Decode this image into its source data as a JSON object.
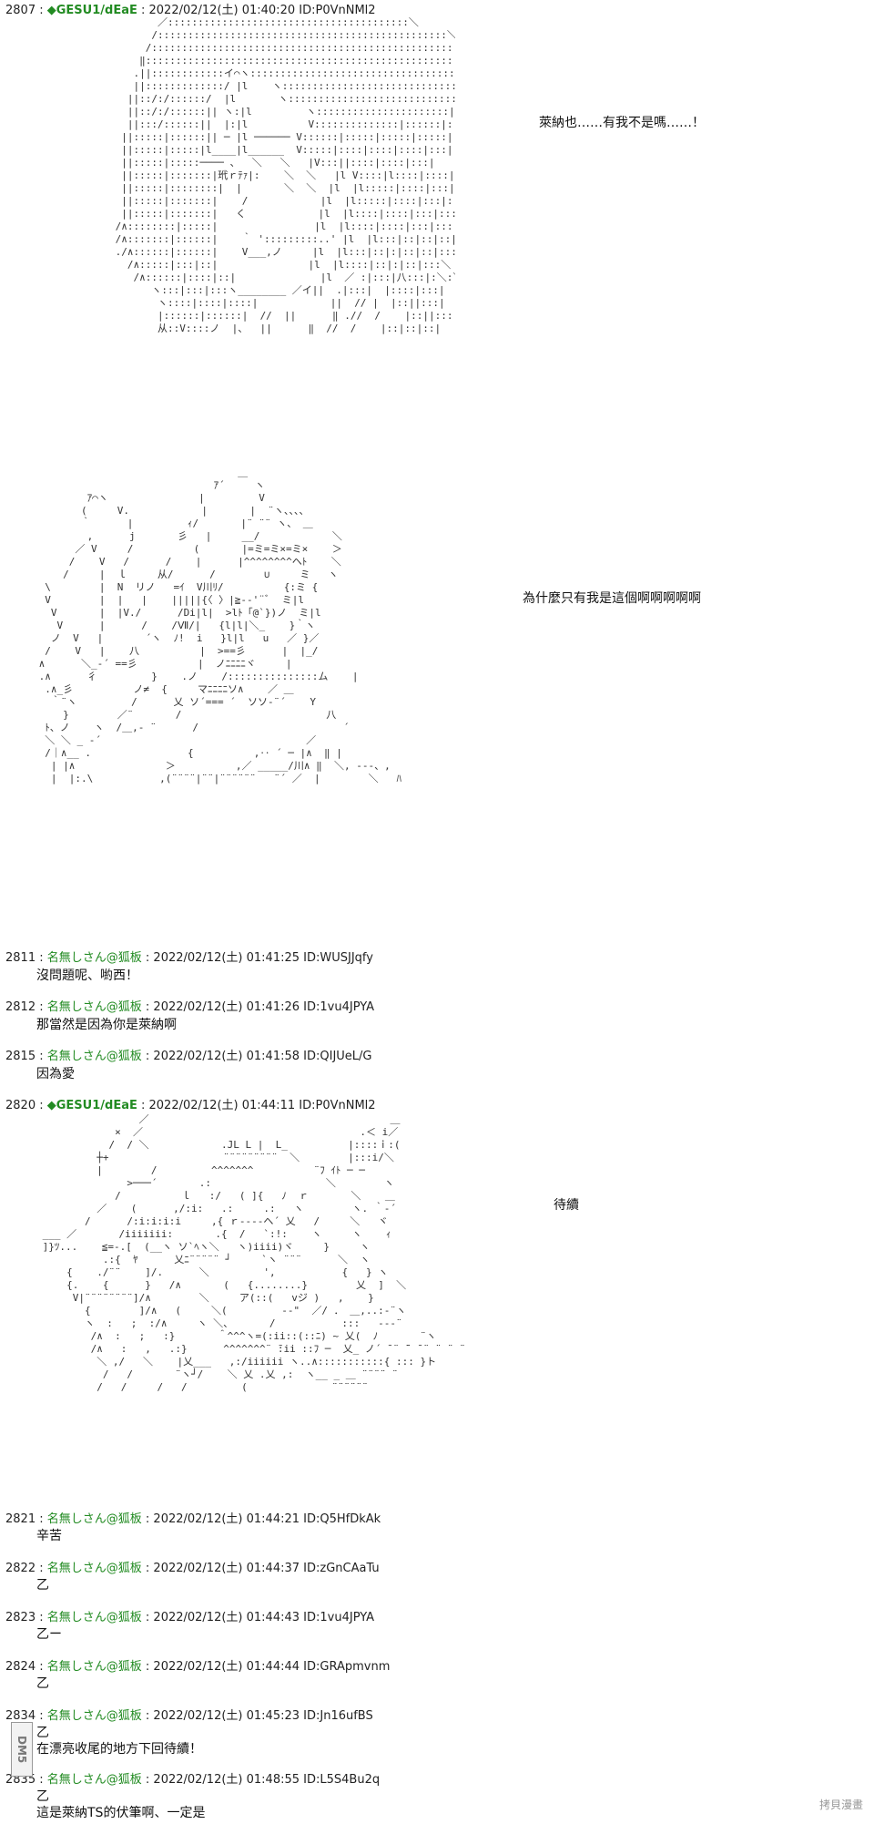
{
  "posts": [
    {
      "num": "2807",
      "name": "◆GESU1/dEaE",
      "date": "2022/02/12(土) 01:40:20",
      "id": "ID:P0VnNMl2",
      "body": ""
    },
    {
      "num": "2811",
      "name": "名無しさん@狐板",
      "date": "2022/02/12(土) 01:41:25",
      "id": "ID:WUSJJqfy",
      "body": "沒問題呢、喲西！"
    },
    {
      "num": "2812",
      "name": "名無しさん@狐板",
      "date": "2022/02/12(土) 01:41:26",
      "id": "ID:1vu4JPYA",
      "body": "那當然是因為你是萊納啊"
    },
    {
      "num": "2815",
      "name": "名無しさん@狐板",
      "date": "2022/02/12(土) 01:41:58",
      "id": "ID:QIJUeL/G",
      "body": "因為愛"
    },
    {
      "num": "2820",
      "name": "◆GESU1/dEaE",
      "date": "2022/02/12(土) 01:44:11",
      "id": "ID:P0VnNMl2",
      "body": ""
    },
    {
      "num": "2821",
      "name": "名無しさん@狐板",
      "date": "2022/02/12(土) 01:44:21",
      "id": "ID:Q5HfDkAk",
      "body": "辛苦"
    },
    {
      "num": "2822",
      "name": "名無しさん@狐板",
      "date": "2022/02/12(土) 01:44:37",
      "id": "ID:zGnCAaTu",
      "body": "乙"
    },
    {
      "num": "2823",
      "name": "名無しさん@狐板",
      "date": "2022/02/12(土) 01:44:43",
      "id": "ID:1vu4JPYA",
      "body": "乙ー"
    },
    {
      "num": "2824",
      "name": "名無しさん@狐板",
      "date": "2022/02/12(土) 01:44:44",
      "id": "ID:GRApmvnm",
      "body": "乙"
    },
    {
      "num": "2834",
      "name": "名無しさん@狐板",
      "date": "2022/02/12(土) 01:45:23",
      "id": "ID:Jn16ufBS",
      "body": "乙\n在漂亮收尾的地方下回待續！"
    },
    {
      "num": "2835",
      "name": "名無しさん@狐板",
      "date": "2022/02/12(土) 01:48:55",
      "id": "ID:L5S4Bu2q",
      "body": "乙\n這是萊納TS的伏筆啊、一定是"
    }
  ],
  "dialogue": [
    "萊納也……有我不是嗎……！",
    "為什麼只有我是這個啊啊啊啊啊",
    "待續"
  ],
  "watermarks": {
    "left": "DM5",
    "right": "拷貝漫畫"
  }
}
